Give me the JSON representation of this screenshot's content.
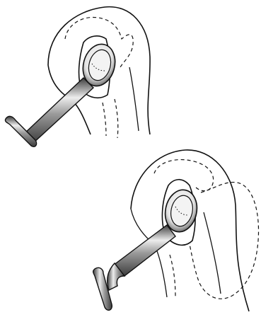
{
  "figure": {
    "panels": [
      {
        "depicts": "shoulder-with-retractor",
        "dashed_outline": "inner-bone-contour"
      },
      {
        "depicts": "shoulder-with-retractor",
        "dashed_outline": "inner-bone-contour-extended"
      }
    ]
  },
  "colors": {
    "stroke": "#111111",
    "background": "#ffffff",
    "metal_light": "#ededed",
    "metal_mid": "#9a9a9a",
    "metal_dark": "#3c3c3c"
  }
}
